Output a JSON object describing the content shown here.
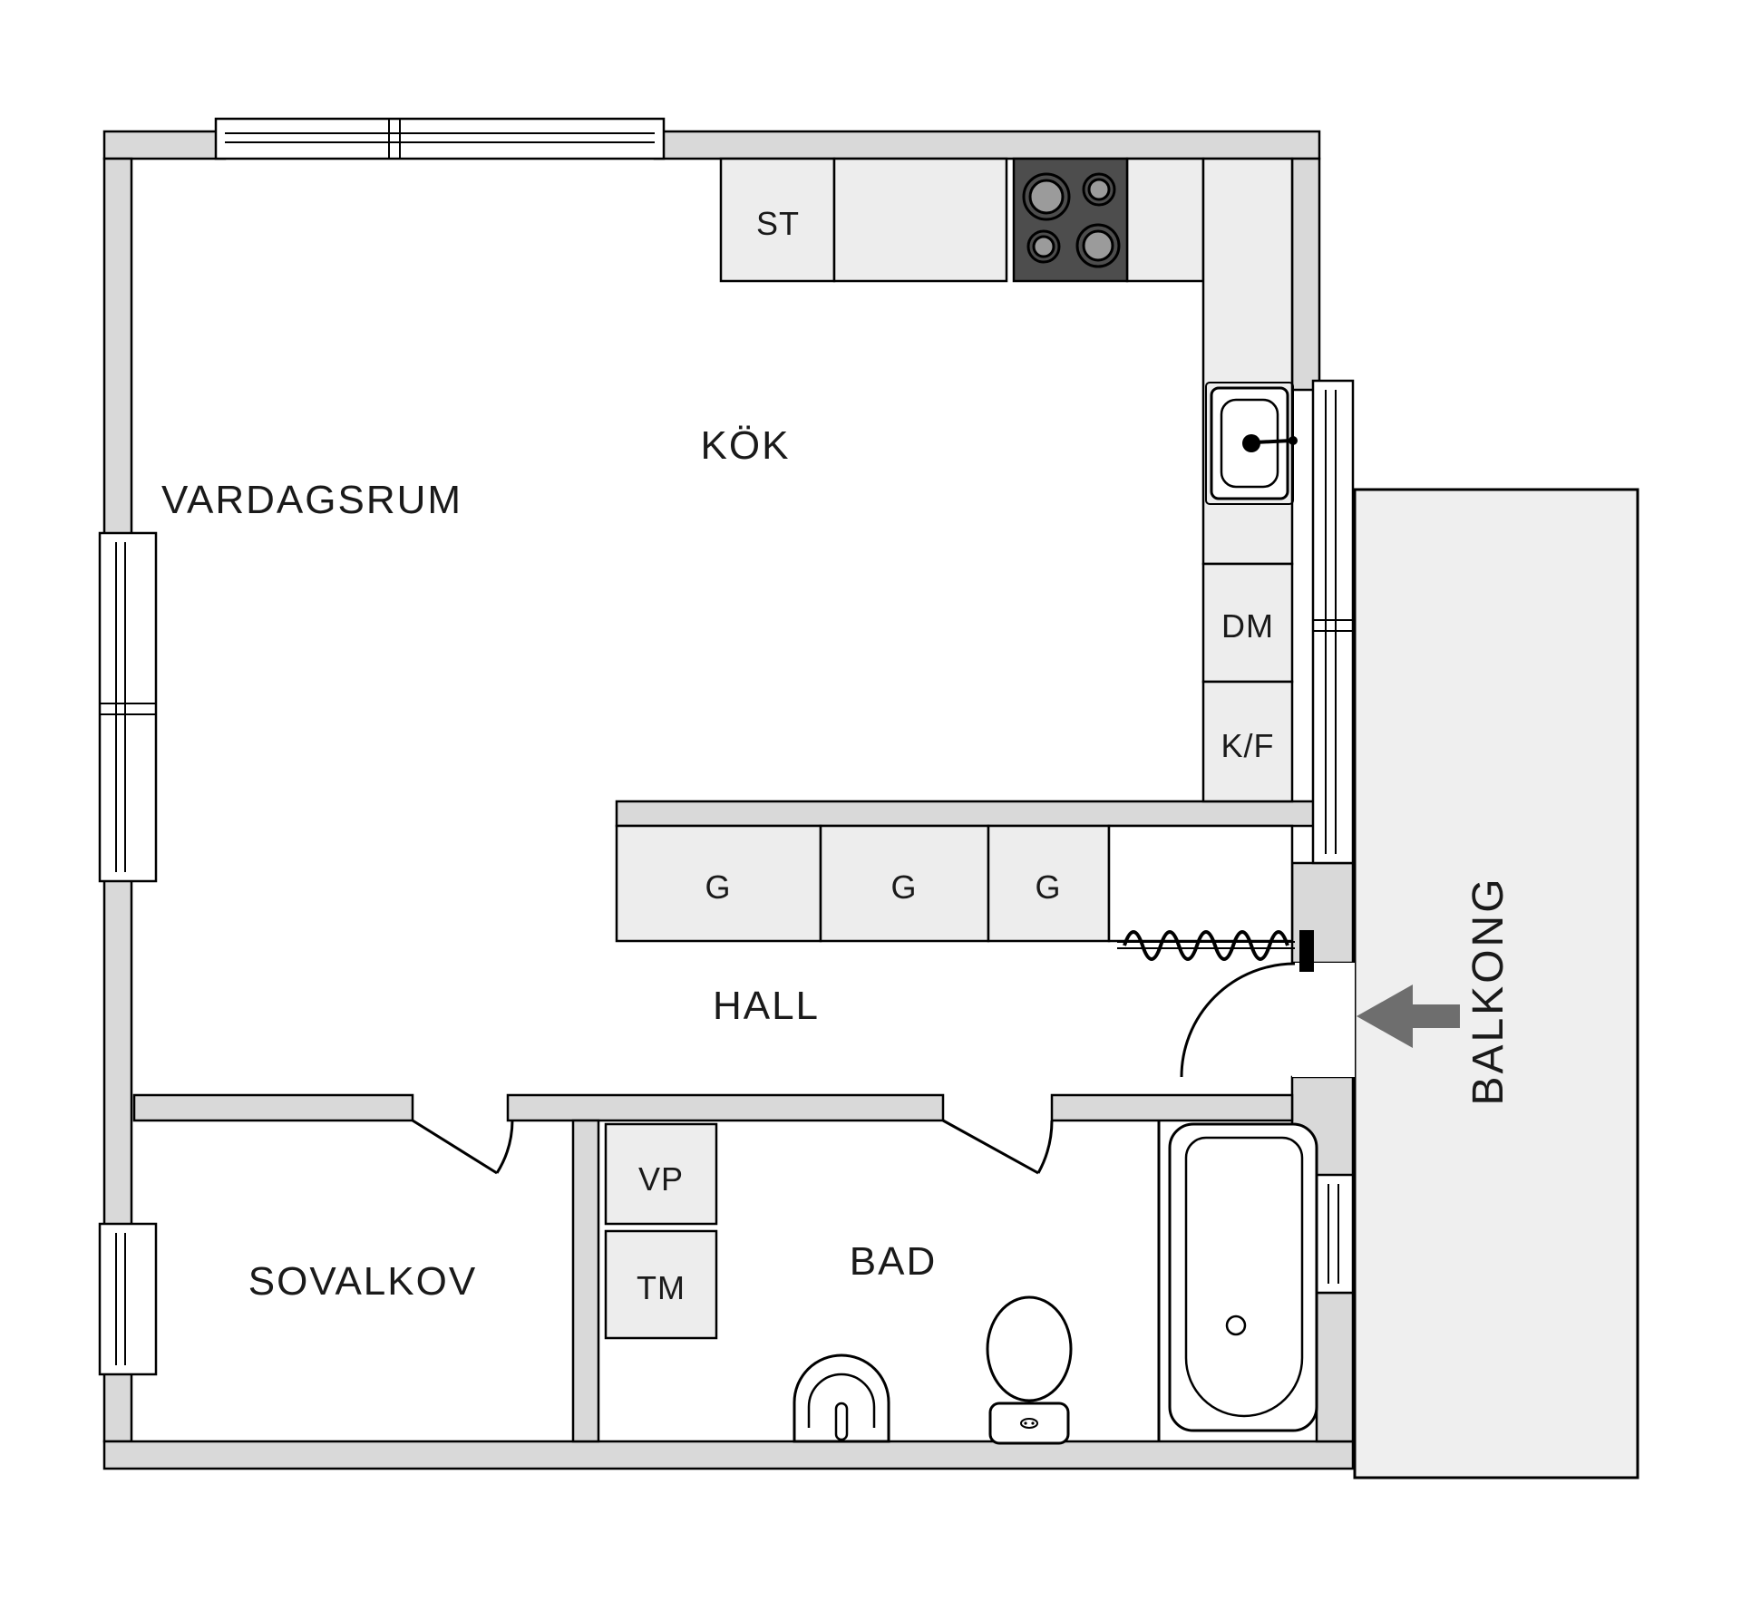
{
  "floorplan": {
    "room_labels": {
      "vardagsrum": "VARDAGSRUM",
      "kok": "KÖK",
      "hall": "HALL",
      "sovalkov": "SOVALKOV",
      "bad": "BAD",
      "balkong": "BALKONG"
    },
    "fixture_labels": {
      "st": "ST",
      "dm": "DM",
      "kf": "K/F",
      "g1": "G",
      "g2": "G",
      "g3": "G",
      "vp": "VP",
      "tm": "TM"
    },
    "icons": {
      "stove-icon": "four-burner cooktop",
      "kitchen-sink-icon": "single-bowl sink with faucet",
      "washbasin-icon": "half-round wall basin",
      "toilet-icon": "toilet with cistern",
      "bathtub-icon": "bathtub with drain",
      "coat-rail-icon": "wavy hanger rail",
      "entry-arrow-icon": "entrance direction arrow",
      "door-swing-icon": "door swing arc",
      "window-icon": "double-line window"
    },
    "colors": {
      "wall": "#d9d9d9",
      "cabinet": "#ededed",
      "cabinet_empty": "#ffffff",
      "stove": "#4d4d4d",
      "burner": "#9b9b9b",
      "balcony": "#efefef",
      "arrow": "#6e6e6e",
      "outline": "#000000",
      "text": "#1a1a1a"
    }
  }
}
